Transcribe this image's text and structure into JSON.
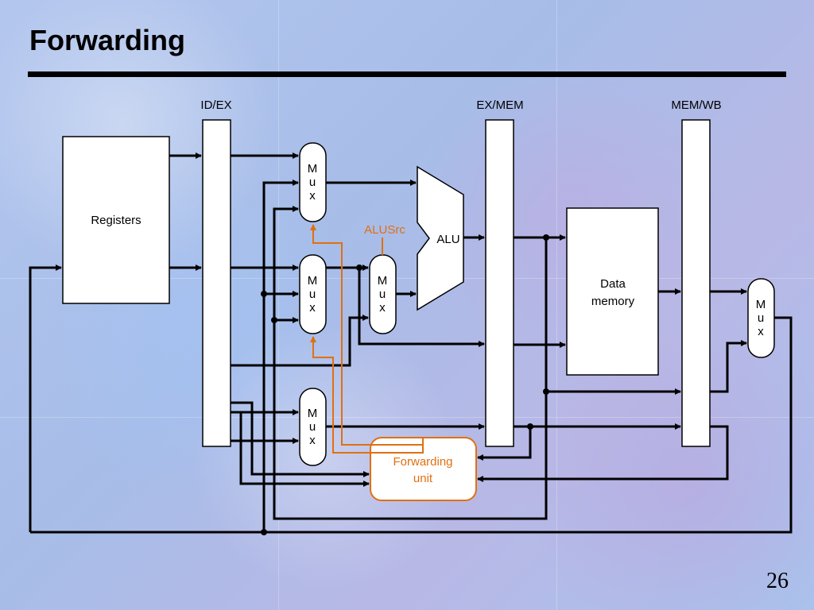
{
  "slide": {
    "title": "Forwarding",
    "page_number": "26"
  },
  "diagram": {
    "pipeline_registers": [
      {
        "id": "id-ex",
        "label": "ID/EX"
      },
      {
        "id": "ex-mem",
        "label": "EX/MEM"
      },
      {
        "id": "mem-wb",
        "label": "MEM/WB"
      }
    ],
    "registers_label": "Registers",
    "alu_label": "ALU",
    "alusrc_label": "ALUSrc",
    "data_memory_label": {
      "line1": "Data",
      "line2": "memory"
    },
    "forwarding_unit_label": {
      "line1": "Forwarding",
      "line2": "unit"
    },
    "mux_letters": [
      "M",
      "u",
      "x"
    ],
    "colors": {
      "wire": "#000000",
      "control": "#e07010",
      "block_fill": "#ffffff"
    }
  }
}
